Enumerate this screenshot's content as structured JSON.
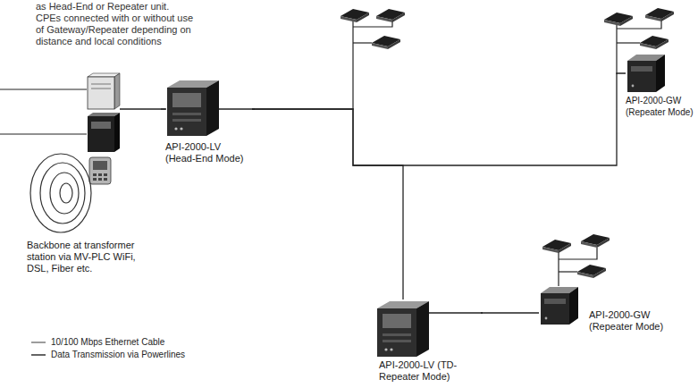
{
  "diagram": {
    "nodes": [
      {
        "text": [
          "Backbone at transformer station via MV-PLC WiFi, DSL, Fiber etc."
        ]
      },
      {
        "text": [
          "API-2000-LV (Head-End Mode)"
        ]
      },
      {
        "text": [
          "API-2000-GW (Repeater Mode)"
        ]
      },
      {
        "text": [
          "API-2000-LV (TD-Repeater Mode)"
        ]
      },
      {
        "text": [
          "API-2000-GW (Repeater Mode)"
        ]
      }
    ],
    "edges": [
      {
        "from": 0,
        "to": 1,
        "arrow": "none"
      },
      {
        "from": 1,
        "to": 2,
        "arrow": "none"
      },
      {
        "from": 1,
        "to": 3,
        "arrow": "none"
      },
      {
        "from": 3,
        "to": 4,
        "arrow": "none"
      }
    ],
    "labels": [
      "as Head-End or Repeater unit.",
      "CPEs connected with or without use of Gateway/Repeater depending on distance and local conditions"
    ],
    "legend": [
      {
        "text": "10/100 Mbps Ethernet Cable"
      },
      {
        "text": "Data Transmission via Powerlines"
      }
    ]
  }
}
